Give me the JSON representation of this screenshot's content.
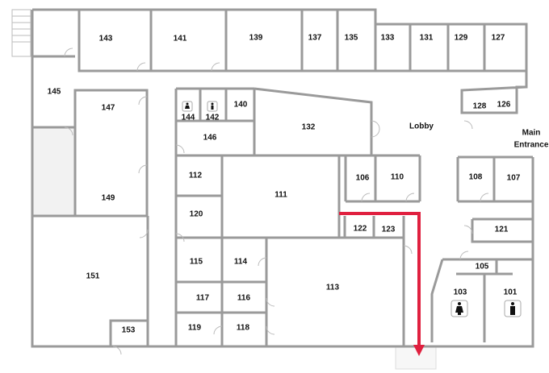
{
  "rooms": [
    {
      "id": "143",
      "label": "143"
    },
    {
      "id": "141",
      "label": "141"
    },
    {
      "id": "139",
      "label": "139"
    },
    {
      "id": "137",
      "label": "137"
    },
    {
      "id": "135",
      "label": "135"
    },
    {
      "id": "133",
      "label": "133"
    },
    {
      "id": "131",
      "label": "131"
    },
    {
      "id": "129",
      "label": "129"
    },
    {
      "id": "127",
      "label": "127"
    },
    {
      "id": "145",
      "label": "145"
    },
    {
      "id": "147",
      "label": "147"
    },
    {
      "id": "149",
      "label": "149"
    },
    {
      "id": "144",
      "label": "144"
    },
    {
      "id": "142",
      "label": "142"
    },
    {
      "id": "140",
      "label": "140"
    },
    {
      "id": "146",
      "label": "146"
    },
    {
      "id": "132",
      "label": "132"
    },
    {
      "id": "128",
      "label": "128"
    },
    {
      "id": "126",
      "label": "126"
    },
    {
      "id": "112",
      "label": "112"
    },
    {
      "id": "111",
      "label": "111"
    },
    {
      "id": "106",
      "label": "106"
    },
    {
      "id": "110",
      "label": "110"
    },
    {
      "id": "108",
      "label": "108"
    },
    {
      "id": "107",
      "label": "107"
    },
    {
      "id": "120",
      "label": "120"
    },
    {
      "id": "122",
      "label": "122"
    },
    {
      "id": "123",
      "label": "123"
    },
    {
      "id": "121",
      "label": "121"
    },
    {
      "id": "151",
      "label": "151"
    },
    {
      "id": "115",
      "label": "115"
    },
    {
      "id": "114",
      "label": "114"
    },
    {
      "id": "113",
      "label": "113"
    },
    {
      "id": "105",
      "label": "105"
    },
    {
      "id": "103",
      "label": "103"
    },
    {
      "id": "101",
      "label": "101"
    },
    {
      "id": "117",
      "label": "117"
    },
    {
      "id": "116",
      "label": "116"
    },
    {
      "id": "119",
      "label": "119"
    },
    {
      "id": "118",
      "label": "118"
    },
    {
      "id": "153",
      "label": "153"
    }
  ],
  "areas": {
    "lobby": "Lobby",
    "main_entrance_1": "Main",
    "main_entrance_2": "Entrance"
  },
  "icons": [
    "restroom-women-icon",
    "restroom-men-icon",
    "stairs-icon",
    "route-arrow-icon"
  ],
  "colors": {
    "wall": "#9a9a9a",
    "route": "#e0203f",
    "shade": "#f2f2f2"
  }
}
